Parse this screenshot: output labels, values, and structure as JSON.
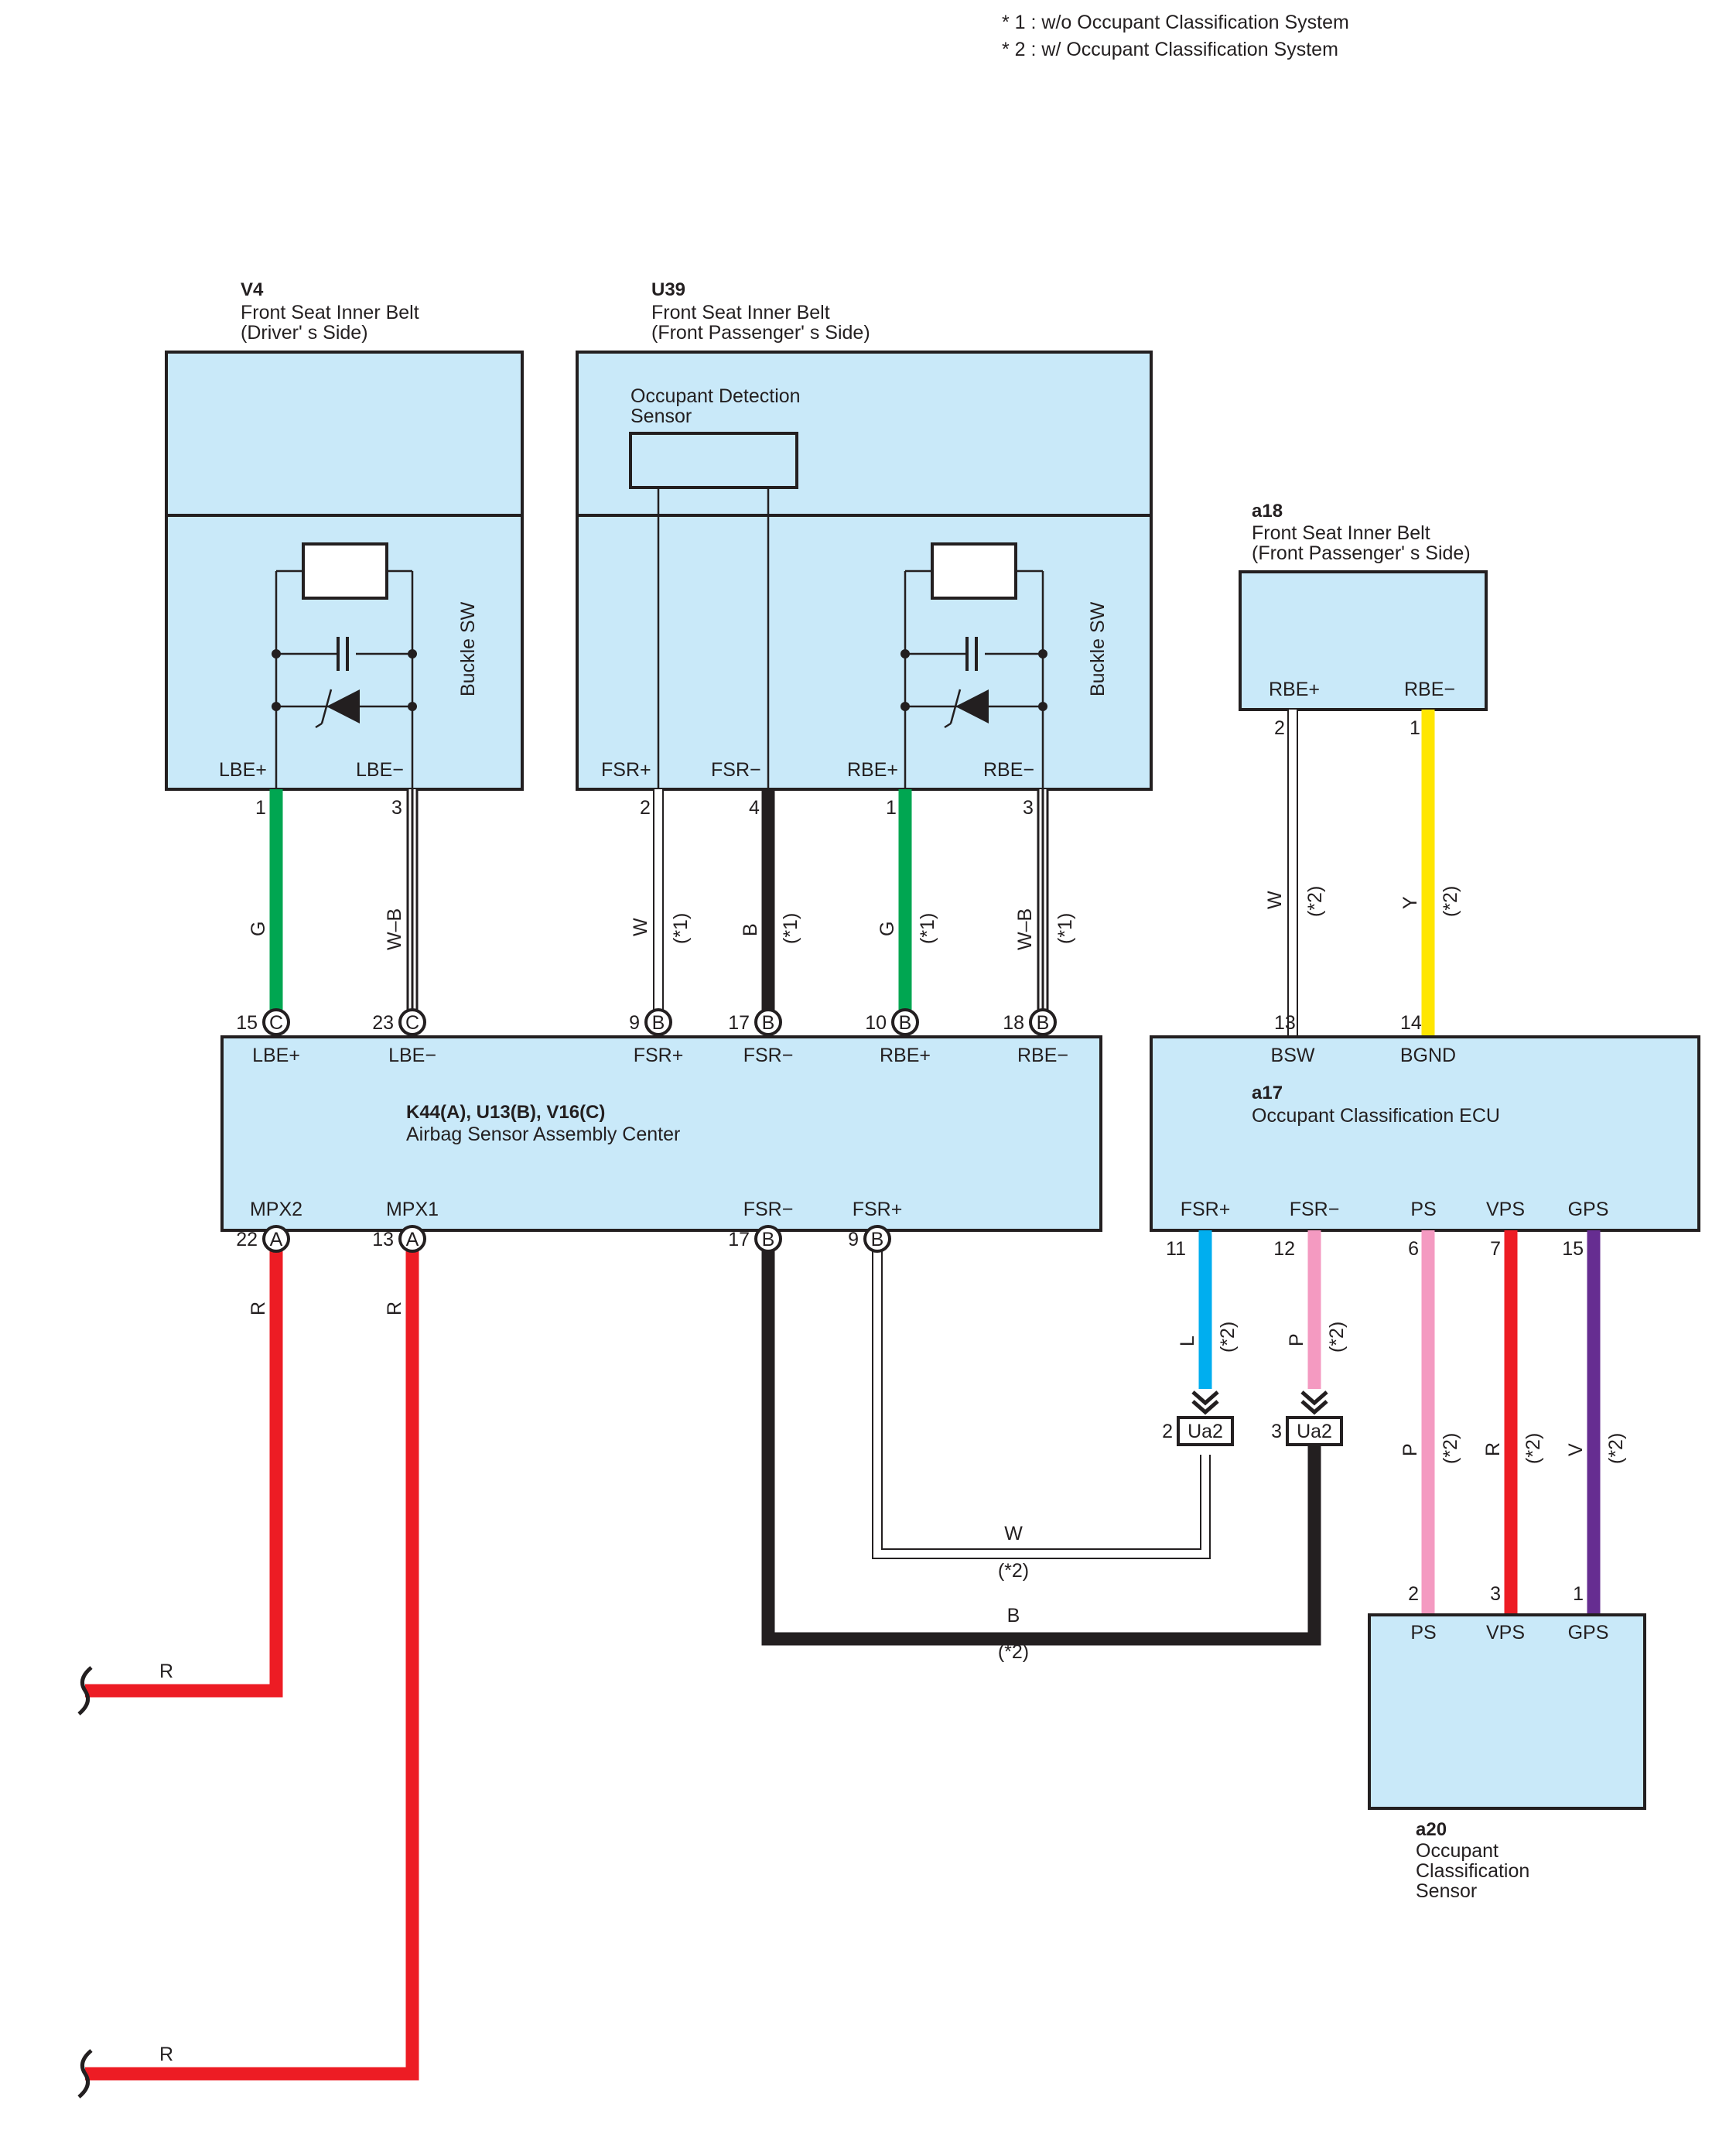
{
  "notes": [
    "* 1 : w/o Occupant Classification System",
    "* 2 : w/ Occupant Classification System"
  ],
  "components": {
    "v4": {
      "code": "V4",
      "name_line1": "Front Seat Inner Belt",
      "name_line2": "(Driver' s Side)",
      "switch_label": "Buckle SW",
      "pin_left": "LBE+",
      "pin_right": "LBE−",
      "pinno_left": "1",
      "pinno_right": "3"
    },
    "u39": {
      "code": "U39",
      "name_line1": "Front Seat Inner Belt",
      "name_line2": "(Front Passenger' s Side)",
      "sensor_line1": "Occupant Detection",
      "sensor_line2": "Sensor",
      "switch_label": "Buckle SW",
      "pins": [
        "FSR+",
        "FSR−",
        "RBE+",
        "RBE−"
      ],
      "pinnos": [
        "2",
        "4",
        "1",
        "3"
      ]
    },
    "a18": {
      "code": "a18",
      "name_line1": "Front Seat Inner Belt",
      "name_line2": "(Front Passenger' s Side)",
      "pins": [
        "RBE+",
        "RBE−"
      ],
      "pinnos": [
        "2",
        "1"
      ]
    },
    "airbag": {
      "code": "K44(A), U13(B), V16(C)",
      "name": "Airbag Sensor Assembly Center",
      "top_pins": [
        "LBE+",
        "LBE−",
        "FSR+",
        "FSR−",
        "RBE+",
        "RBE−"
      ],
      "top_pinnos": [
        "15",
        "23",
        "9",
        "17",
        "10",
        "18"
      ],
      "top_conns": [
        "C",
        "C",
        "B",
        "B",
        "B",
        "B"
      ],
      "bottom_pins": [
        "MPX2",
        "MPX1",
        "FSR−",
        "FSR+"
      ],
      "bottom_pinnos": [
        "22",
        "13",
        "17",
        "9"
      ],
      "bottom_conns": [
        "A",
        "A",
        "B",
        "B"
      ]
    },
    "a17": {
      "code": "a17",
      "name": "Occupant Classification ECU",
      "top_pins": [
        "BSW",
        "BGND"
      ],
      "top_pinnos": [
        "13",
        "14"
      ],
      "bottom_pins": [
        "FSR+",
        "FSR−",
        "PS",
        "VPS",
        "GPS"
      ],
      "bottom_pinnos": [
        "11",
        "12",
        "6",
        "7",
        "15"
      ]
    },
    "a20": {
      "code": "a20",
      "name_line1": "Occupant",
      "name_line2": "Classification",
      "name_line3": "Sensor",
      "pins": [
        "PS",
        "VPS",
        "GPS"
      ],
      "pinnos": [
        "2",
        "3",
        "1"
      ]
    }
  },
  "connectors": {
    "ua2_a": {
      "label": "Ua2",
      "pin": "2"
    },
    "ua2_b": {
      "label": "Ua2",
      "pin": "3"
    }
  },
  "wires": {
    "v4_lbe_plus": {
      "color_code": "G",
      "note": "",
      "hex": "#00a651"
    },
    "v4_lbe_minus": {
      "color_code": "W–B",
      "note": "",
      "hex": "#231f20"
    },
    "u39_fsr_plus": {
      "color_code": "W",
      "note": "(*1)",
      "hex": "#ffffff"
    },
    "u39_fsr_minus": {
      "color_code": "B",
      "note": "(*1)",
      "hex": "#231f20"
    },
    "u39_rbe_plus": {
      "color_code": "G",
      "note": "(*1)",
      "hex": "#00a651"
    },
    "u39_rbe_minus": {
      "color_code": "W–B",
      "note": "(*1)",
      "hex": "#231f20"
    },
    "a18_rbe_plus": {
      "color_code": "W",
      "note": "(*2)",
      "hex": "#ffffff"
    },
    "a18_rbe_minus": {
      "color_code": "Y",
      "note": "(*2)",
      "hex": "#ffe600"
    },
    "mpx2": {
      "color_code": "R",
      "end_label": "R",
      "hex": "#ed1c24"
    },
    "mpx1": {
      "color_code": "R",
      "end_label": "R",
      "hex": "#ed1c24"
    },
    "fsr_minus_b": {
      "color_code": "B",
      "note": "(*2)",
      "hex": "#231f20"
    },
    "fsr_plus_w": {
      "color_code": "W",
      "note": "(*2)",
      "hex": "#ffffff"
    },
    "ecu_fsr_plus": {
      "color_code": "L",
      "note": "(*2)",
      "hex": "#00aeef"
    },
    "ecu_fsr_minus": {
      "color_code": "P",
      "note": "(*2)",
      "hex": "#f49ac1"
    },
    "ecu_ps": {
      "color_code": "P",
      "note": "(*2)",
      "hex": "#f49ac1"
    },
    "ecu_vps": {
      "color_code": "R",
      "note": "(*2)",
      "hex": "#ed1c24"
    },
    "ecu_gps": {
      "color_code": "V",
      "note": "(*2)",
      "hex": "#662d91"
    }
  }
}
